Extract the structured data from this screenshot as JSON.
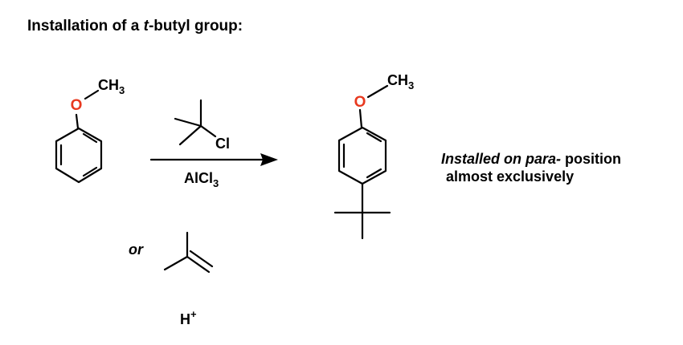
{
  "heading": {
    "prefix": "Installation of a ",
    "italic": "t",
    "suffix": "-butyl group:"
  },
  "labels": {
    "oxygen": "O",
    "methyl_c": "CH",
    "methyl_sub": "3",
    "chlorine": "Cl",
    "catalyst_a": "AlCl",
    "catalyst_sub": "3",
    "alternative": "or",
    "acid_h": "H",
    "acid_sup": "+"
  },
  "note": {
    "italic": "Installed on para-",
    "rest": " position",
    "line2": "almost exclusively"
  },
  "colors": {
    "oxygen": "#e8391f",
    "bond": "#000000"
  }
}
